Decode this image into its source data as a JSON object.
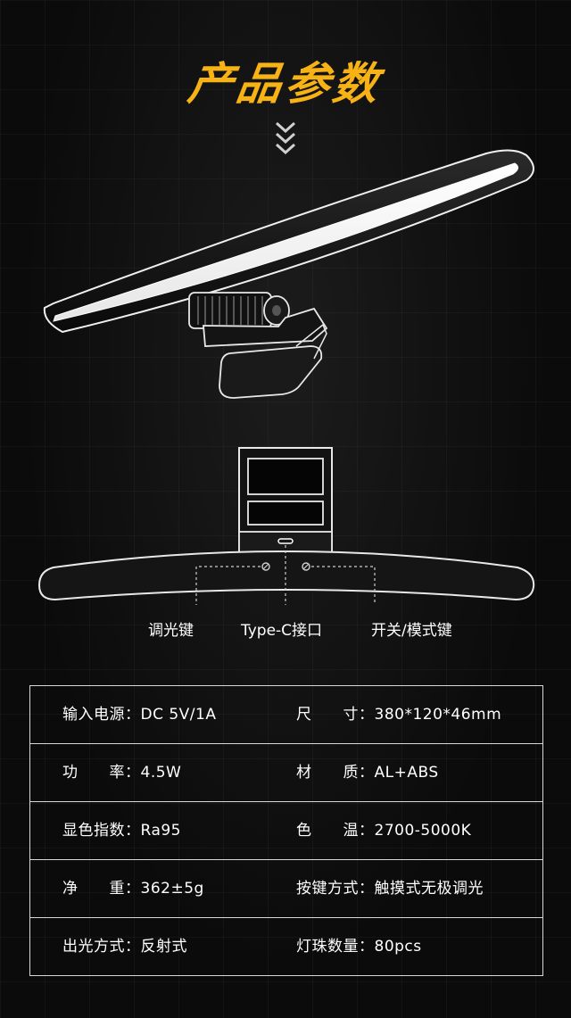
{
  "title": "产品参数",
  "colors": {
    "accent": "#f7b216",
    "background": "#0b0b0b",
    "line": "#d8d8d8"
  },
  "callouts": {
    "dimmer": "调光键",
    "typec": "Type-C接口",
    "switch": "开关/模式键"
  },
  "specs": [
    {
      "left": "输入电源：DC 5V/1A",
      "right": "尺　　寸：380*120*46mm"
    },
    {
      "left": "功　　率：4.5W",
      "right": "材　　质：AL+ABS"
    },
    {
      "left": "显色指数：Ra95",
      "right": "色　　温：2700-5000K"
    },
    {
      "left": "净　　重：362±5g",
      "right": "按键方式：触摸式无极调光"
    },
    {
      "left": "出光方式：反射式",
      "right": "灯珠数量：80pcs"
    }
  ]
}
